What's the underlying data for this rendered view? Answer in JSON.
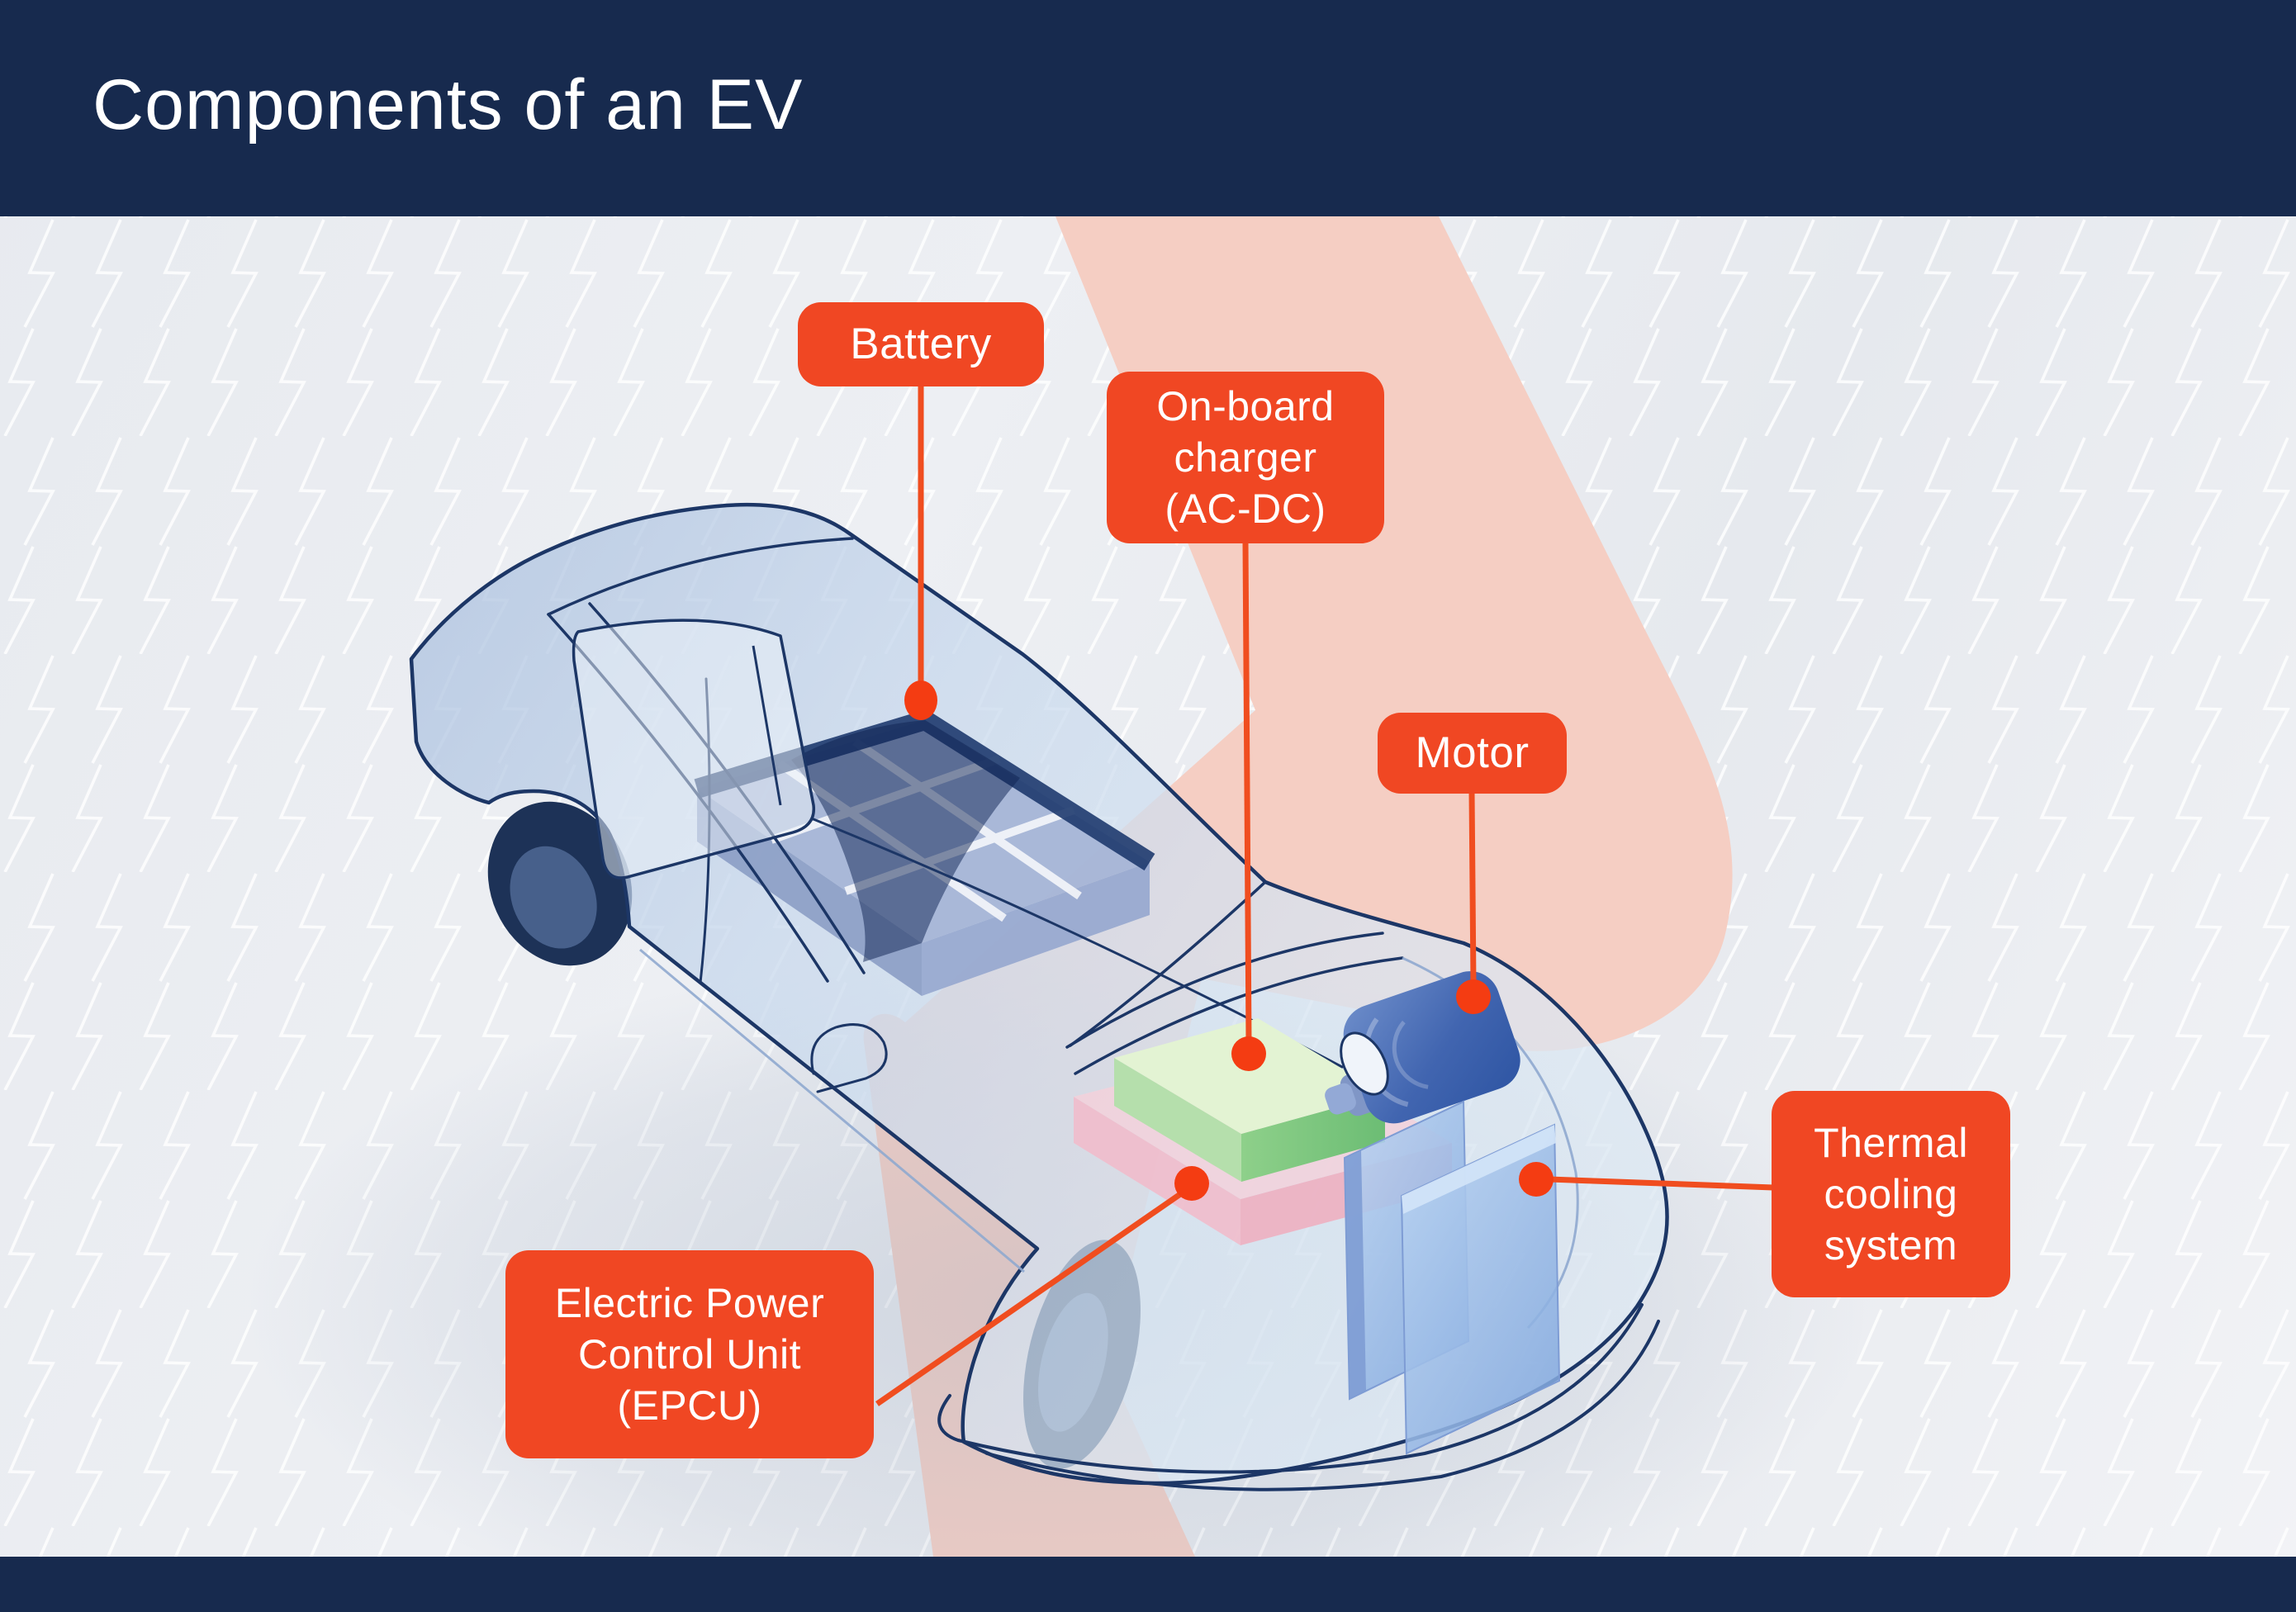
{
  "header": {
    "title": "Components of an EV"
  },
  "colors": {
    "header_navy": "#172A4E",
    "accent_orange": "#F04723",
    "dot_orange": "#F43C12",
    "salmon_bolt": "#F5CEC3",
    "car_outline_navy": "#1C3666",
    "background_gray": "#EAECF0"
  },
  "diagram": {
    "labels": [
      {
        "id": "battery",
        "text": "Battery"
      },
      {
        "id": "onboard-charger",
        "text": "On-board\ncharger\n(AC-DC)"
      },
      {
        "id": "motor",
        "text": "Motor"
      },
      {
        "id": "thermal-cooling",
        "text": "Thermal\ncooling\nsystem"
      },
      {
        "id": "epcu",
        "text": "Electric Power\nControl Unit\n(EPCU)"
      }
    ]
  }
}
